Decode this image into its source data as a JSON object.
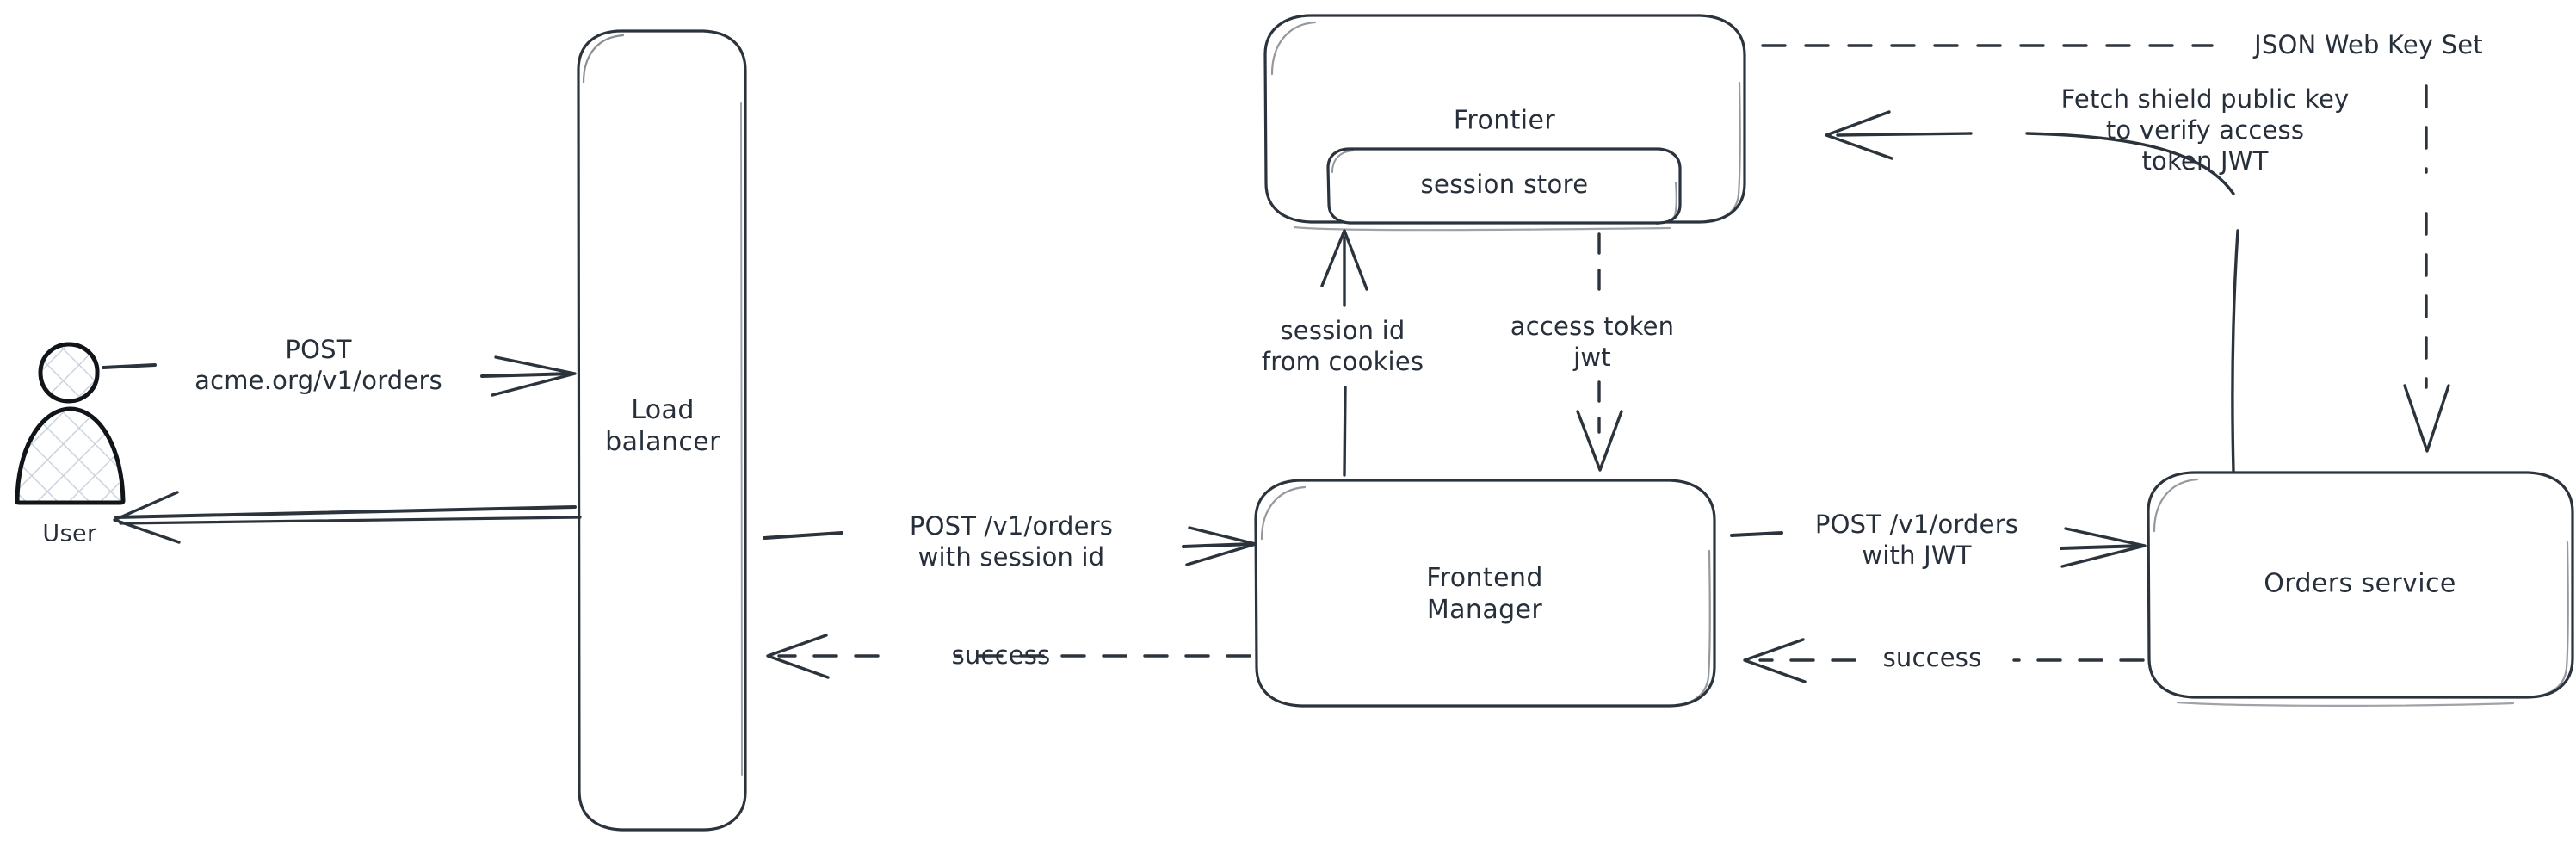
{
  "diagram": {
    "title": "Authentication request flow",
    "style": "hand-drawn",
    "stroke_color": "#2b333c",
    "background_color": "#ffffff",
    "text_color": "#27303a",
    "actor_fill": "#f4f6f8"
  },
  "nodes": [
    {
      "id": "user",
      "label": "User",
      "shape": "actor",
      "icon": "person-icon"
    },
    {
      "id": "load_balancer",
      "label": "Load\nbalancer",
      "shape": "rounded-rect-tall"
    },
    {
      "id": "frontier",
      "label": "Frontier",
      "shape": "rounded-rect"
    },
    {
      "id": "session_store",
      "label": "session store",
      "shape": "rounded-rect-inner"
    },
    {
      "id": "frontend_manager",
      "label": "Frontend\nManager",
      "shape": "rounded-rect"
    },
    {
      "id": "orders_service",
      "label": "Orders service",
      "shape": "rounded-rect"
    }
  ],
  "edges": [
    {
      "id": "user-to-lb",
      "from": "user",
      "to": "load_balancer",
      "label": "POST\nacme.org/v1/orders",
      "style": "solid",
      "direction": "right"
    },
    {
      "id": "lb-to-user",
      "from": "load_balancer",
      "to": "user",
      "label": "",
      "style": "solid",
      "direction": "left"
    },
    {
      "id": "lb-to-fm",
      "from": "load_balancer",
      "to": "frontend_manager",
      "label": "POST /v1/orders\nwith session id",
      "style": "solid",
      "direction": "right"
    },
    {
      "id": "fm-to-lb",
      "from": "frontend_manager",
      "to": "load_balancer",
      "label": "success",
      "style": "dashed",
      "direction": "left"
    },
    {
      "id": "fm-to-frontier",
      "from": "frontend_manager",
      "to": "frontier",
      "label": "session id\nfrom cookies",
      "style": "solid",
      "direction": "up"
    },
    {
      "id": "frontier-to-fm",
      "from": "frontier",
      "to": "frontend_manager",
      "label": "access token\njwt",
      "style": "dashed",
      "direction": "down"
    },
    {
      "id": "fm-to-orders",
      "from": "frontend_manager",
      "to": "orders_service",
      "label": "POST /v1/orders\nwith JWT",
      "style": "solid",
      "direction": "right"
    },
    {
      "id": "orders-to-fm",
      "from": "orders_service",
      "to": "frontend_manager",
      "label": "success",
      "style": "dashed",
      "direction": "left"
    },
    {
      "id": "orders-to-frontier",
      "from": "orders_service",
      "to": "frontier",
      "label": "Fetch shield public key\nto verify access\ntoken JWT",
      "style": "solid",
      "direction": "left"
    },
    {
      "id": "frontier-to-orders",
      "from": "frontier",
      "to": "orders_service",
      "label": "JSON Web Key Set",
      "style": "dashed",
      "direction": "down"
    }
  ],
  "labels": {
    "user": "User",
    "load_balancer": "Load\nbalancer",
    "frontier": "Frontier",
    "session_store": "session store",
    "frontend_manager": "Frontend\nManager",
    "orders_service": "Orders service",
    "post_acme": "POST\nacme.org/v1/orders",
    "post_v1_session": "POST /v1/orders\nwith session id",
    "success_left": "success",
    "session_id_cookies": "session id\nfrom cookies",
    "access_token_jwt": "access token\njwt",
    "post_v1_jwt": "POST /v1/orders\nwith JWT",
    "success_right": "success",
    "fetch_shield": "Fetch shield public key\nto verify access\ntoken JWT",
    "jwks": "JSON Web Key Set"
  }
}
